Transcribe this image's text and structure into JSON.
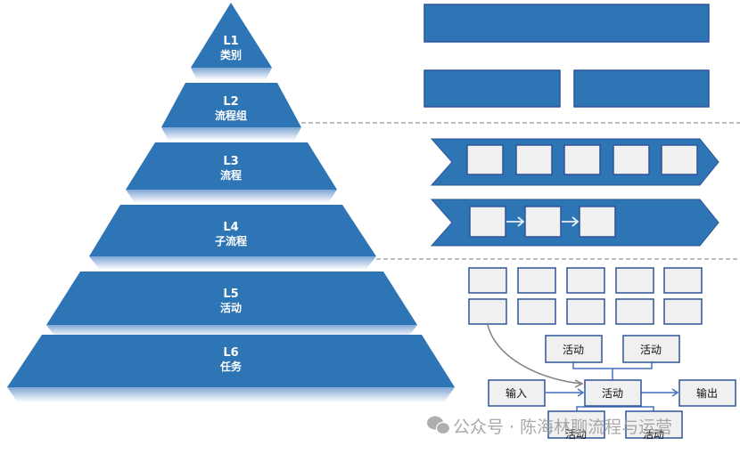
{
  "colors": {
    "primary_blue": "#2e75b6",
    "border_blue": "#2f5597",
    "box_fill": "#f0f0f0",
    "dash_gray": "#a6a6a6",
    "connector_blue": "#4472c4",
    "curve_gray": "#7f7f7f"
  },
  "pyramid": {
    "levels": [
      {
        "code": "L1",
        "name": "类别"
      },
      {
        "code": "L2",
        "name": "流程组"
      },
      {
        "code": "L3",
        "name": "流程"
      },
      {
        "code": "L4",
        "name": "子流程"
      },
      {
        "code": "L5",
        "name": "活动"
      },
      {
        "code": "L6",
        "name": "任务"
      }
    ]
  },
  "activity_diagram": {
    "top_activities": [
      "活动",
      "活动"
    ],
    "input_label": "输入",
    "center_activity": "活动",
    "output_label": "输出",
    "bottom_activities": [
      "活动",
      "活动"
    ]
  },
  "watermark": {
    "icon": "wechat-icon",
    "text": "公众号 · 陈海林聊流程与运营"
  }
}
